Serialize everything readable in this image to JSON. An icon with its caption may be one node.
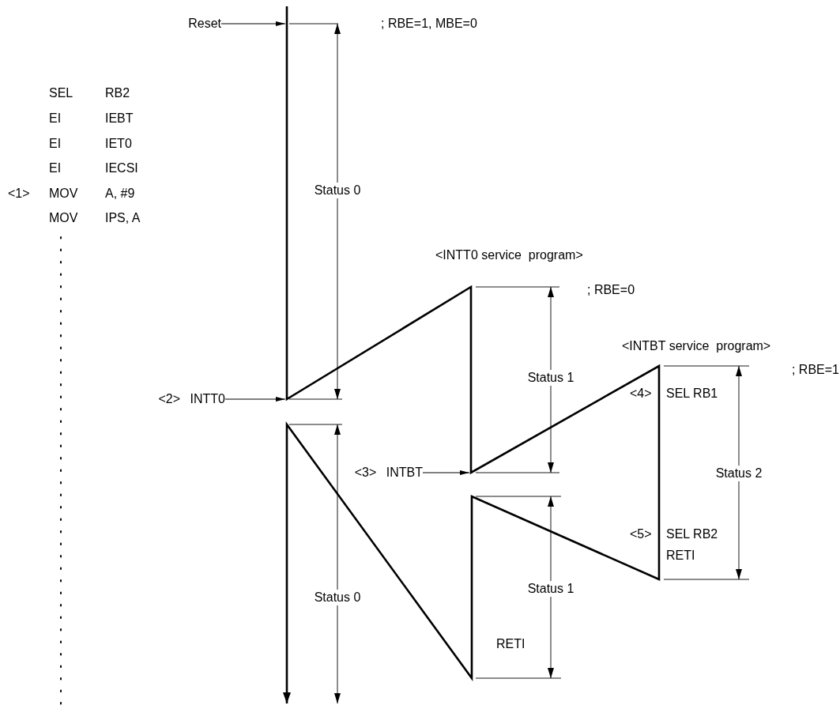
{
  "diagram": {
    "nodes": [
      {
        "text": [
          "Reset"
        ]
      },
      {
        "text": [
          "<2> INTT0"
        ]
      },
      {
        "text": [
          "<3> INTBT"
        ]
      }
    ],
    "edges": [
      {
        "from": 0,
        "to": null,
        "arrow": "to"
      },
      {
        "from": 1,
        "to": null,
        "arrow": "to"
      },
      {
        "from": 2,
        "to": null,
        "arrow": "to"
      }
    ],
    "labels": [
      "SEL",
      "RB2",
      "EI",
      "IEBT",
      "EI",
      "IET0",
      "EI",
      "IECSI",
      "<1>",
      "MOV",
      "A, #9",
      "MOV",
      "IPS, A",
      "; RBE=1, MBE=0",
      "Status 0",
      "<INTT0 service  program>",
      "; RBE=0",
      "<INTBT service  program>",
      "; RBE=1",
      "Status 1",
      "<4>",
      "SEL RB1",
      "Status 2",
      "<5>",
      "SEL RB2",
      "RETI",
      "Status 0",
      "Status 1",
      "RETI"
    ]
  }
}
